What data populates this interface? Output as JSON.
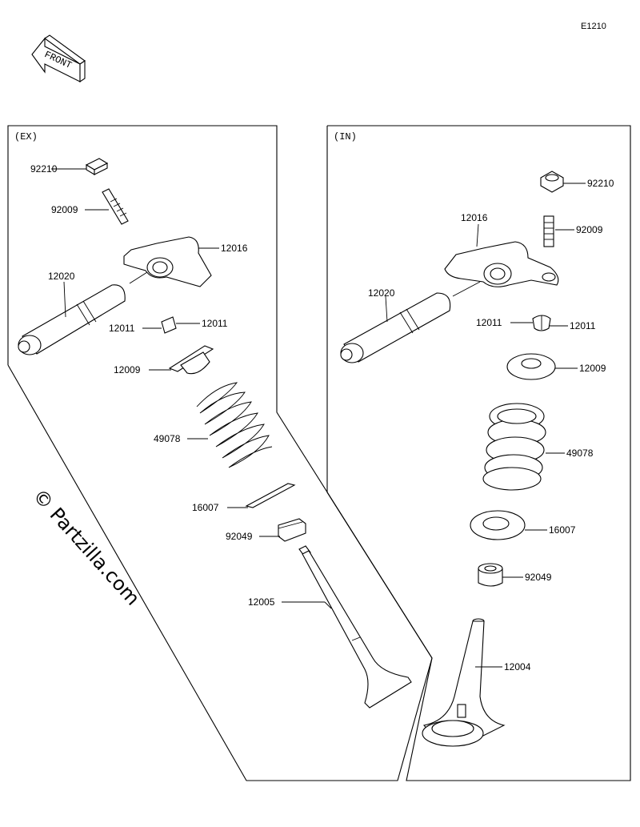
{
  "diagram": {
    "code": "E1210",
    "front_label": "FRONT",
    "watermark": "© Partzilla.com",
    "sections": {
      "ex": {
        "label": "(EX)"
      },
      "in": {
        "label": "(IN)"
      }
    },
    "ex_parts": {
      "nut": "92210",
      "adjuster": "92009",
      "rocker_arm": "12016",
      "shaft": "12020",
      "keeper_left": "12011",
      "keeper_right": "12011",
      "retainer": "12009",
      "spring": "49078",
      "seat": "16007",
      "seal": "92049",
      "valve": "12005"
    },
    "in_parts": {
      "nut": "92210",
      "adjuster": "92009",
      "rocker_arm": "12016",
      "shaft": "12020",
      "keeper_left": "12011",
      "keeper_right": "12011",
      "retainer": "12009",
      "spring": "49078",
      "seat": "16007",
      "seal": "92049",
      "valve": "12004"
    }
  }
}
